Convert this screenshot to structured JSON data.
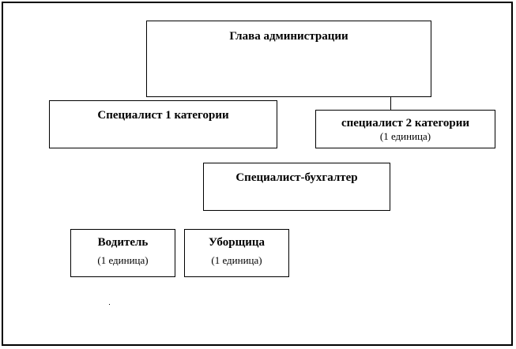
{
  "diagram": {
    "head": {
      "title": "Глава  администрации"
    },
    "specialist_1": {
      "title": "Специалист  1 категории"
    },
    "specialist_2": {
      "title": "специалист 2 категории",
      "note": "(1 единица)"
    },
    "accountant": {
      "title": "Специалист-бухгалтер"
    },
    "driver": {
      "title": "Водитель",
      "note": "(1 единица)"
    },
    "cleaner": {
      "title": "Уборщица",
      "note": "(1 единица)"
    }
  }
}
